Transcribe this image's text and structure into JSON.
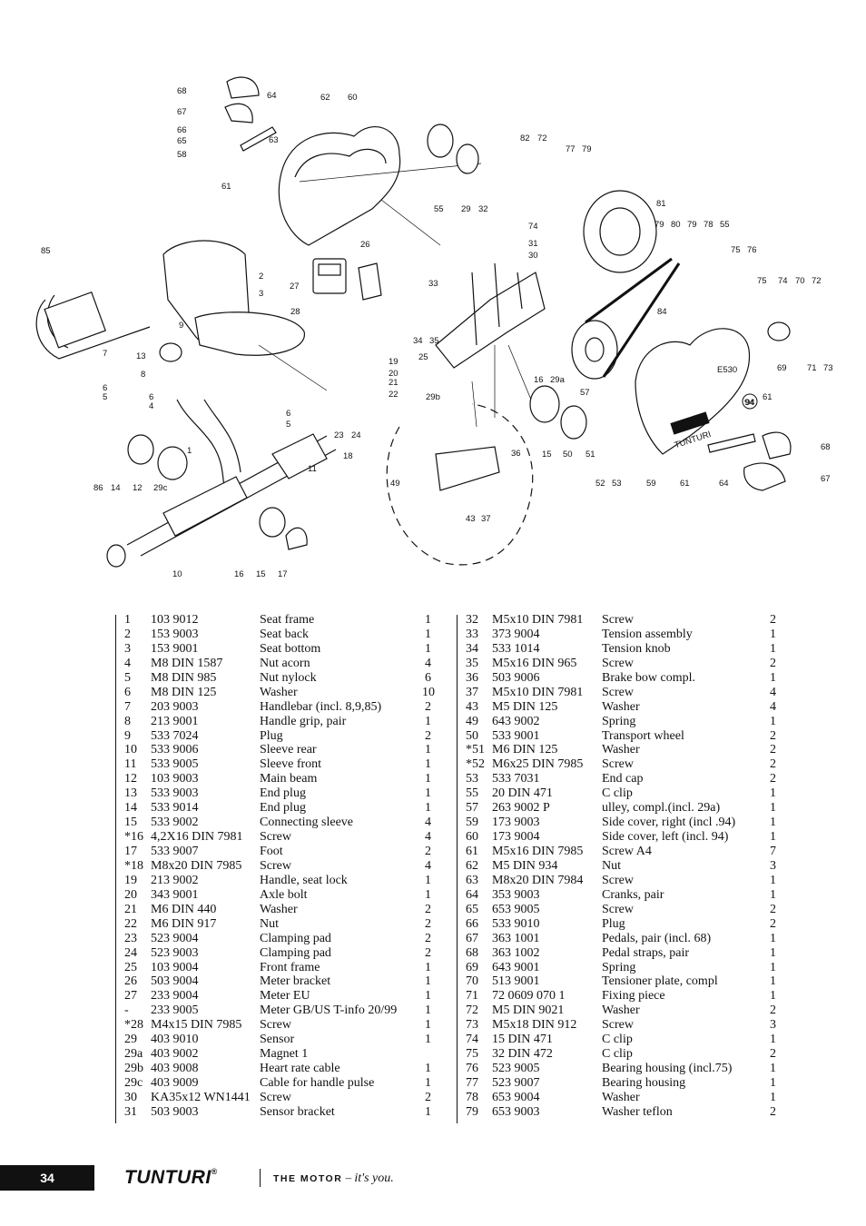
{
  "diagram": {
    "callouts": [
      "68",
      "64",
      "67",
      "66",
      "65",
      "63",
      "58",
      "61",
      "62",
      "60",
      "55",
      "29",
      "32",
      "31",
      "30",
      "82",
      "72",
      "77",
      "79",
      "81",
      "74",
      "79",
      "80",
      "79",
      "78",
      "55",
      "75",
      "76",
      "75",
      "74",
      "70",
      "72",
      "84",
      "85",
      "2",
      "3",
      "9",
      "7",
      "8",
      "13",
      "6",
      "5",
      "6",
      "4",
      "1",
      "26",
      "27",
      "28",
      "19",
      "20",
      "21",
      "22",
      "23",
      "24",
      "18",
      "11",
      "33",
      "34",
      "35",
      "25",
      "29b",
      "16",
      "29a",
      "57",
      "15",
      "50",
      "51",
      "52",
      "53",
      "59",
      "61",
      "64",
      "94",
      "61",
      "69",
      "71",
      "73",
      "68",
      "67",
      "36",
      "49",
      "43",
      "37",
      "86",
      "14",
      "12",
      "29c",
      "10",
      "16",
      "15",
      "17",
      "6",
      "5"
    ],
    "inline_marks": [
      "TUNTURI",
      "E530",
      "94"
    ]
  },
  "parts_left": [
    {
      "num": "1",
      "code": "103 9012",
      "desc": "Seat frame",
      "qty": "1"
    },
    {
      "num": "2",
      "code": "153 9003",
      "desc": "Seat back",
      "qty": "1"
    },
    {
      "num": "3",
      "code": "153 9001",
      "desc": "Seat bottom",
      "qty": "1"
    },
    {
      "num": "4",
      "code": "M8 DIN 1587",
      "desc": "Nut acorn",
      "qty": "4"
    },
    {
      "num": "5",
      "code": "M8 DIN 985",
      "desc": "Nut nylock",
      "qty": "6"
    },
    {
      "num": "6",
      "code": "M8 DIN 125",
      "desc": "Washer",
      "qty": "10"
    },
    {
      "num": "7",
      "code": "203 9003",
      "desc": "Handlebar (incl. 8,9,85)",
      "qty": "2"
    },
    {
      "num": "8",
      "code": "213 9001",
      "desc": "Handle grip, pair",
      "qty": "1"
    },
    {
      "num": "9",
      "code": "533 7024",
      "desc": "Plug",
      "qty": "2"
    },
    {
      "num": "10",
      "code": "533 9006",
      "desc": "Sleeve rear",
      "qty": "1"
    },
    {
      "num": "11",
      "code": "533 9005",
      "desc": "Sleeve front",
      "qty": "1"
    },
    {
      "num": "12",
      "code": "103 9003",
      "desc": "Main beam",
      "qty": "1"
    },
    {
      "num": "13",
      "code": "533 9003",
      "desc": "End plug",
      "qty": "1"
    },
    {
      "num": "14",
      "code": "533 9014",
      "desc": "End plug",
      "qty": "1"
    },
    {
      "num": "15",
      "code": "533 9002",
      "desc": "Connecting sleeve",
      "qty": "4"
    },
    {
      "num": "*16",
      "code": "4,2X16 DIN 7981",
      "desc": "Screw",
      "qty": "4"
    },
    {
      "num": "17",
      "code": "533 9007",
      "desc": "Foot",
      "qty": "2"
    },
    {
      "num": "*18",
      "code": "M8x20 DIN 7985",
      "desc": "Screw",
      "qty": "4"
    },
    {
      "num": "19",
      "code": "213 9002",
      "desc": "Handle, seat lock",
      "qty": "1"
    },
    {
      "num": "20",
      "code": "343 9001",
      "desc": "Axle bolt",
      "qty": "1"
    },
    {
      "num": "21",
      "code": "M6 DIN 440",
      "desc": "Washer",
      "qty": "2"
    },
    {
      "num": "22",
      "code": "M6 DIN 917",
      "desc": "Nut",
      "qty": "2"
    },
    {
      "num": "23",
      "code": "523 9004",
      "desc": "Clamping pad",
      "qty": "2"
    },
    {
      "num": "24",
      "code": "523 9003",
      "desc": "Clamping pad",
      "qty": "2"
    },
    {
      "num": "25",
      "code": "103 9004",
      "desc": "Front frame",
      "qty": "1"
    },
    {
      "num": "26",
      "code": "503 9004",
      "desc": "Meter bracket",
      "qty": "1"
    },
    {
      "num": "27",
      "code": "233 9004",
      "desc": "Meter EU",
      "qty": "1"
    },
    {
      "num": "-",
      "code": " 233 9005",
      "desc": "Meter GB/US T-info 20/99",
      "qty": "1"
    },
    {
      "num": "*28",
      "code": "M4x15 DIN 7985",
      "desc": "Screw",
      "qty": "1"
    },
    {
      "num": "29",
      "code": "403 9010",
      "desc": "Sensor",
      "qty": "1"
    },
    {
      "num": "29a",
      "code": "403 9002",
      "desc": "Magnet 1",
      "qty": ""
    },
    {
      "num": "29b",
      "code": "403 9008",
      "desc": "Heart rate cable",
      "qty": "1"
    },
    {
      "num": "29c",
      "code": "403 9009",
      "desc": "Cable for handle pulse",
      "qty": "1"
    },
    {
      "num": "30",
      "code": "KA35x12 WN1441",
      "desc": "Screw",
      "qty": "2"
    },
    {
      "num": "31",
      "code": "503 9003",
      "desc": "Sensor bracket",
      "qty": "1"
    }
  ],
  "parts_right": [
    {
      "num": "32",
      "code": "M5x10 DIN 7981",
      "desc": "Screw",
      "qty": "2"
    },
    {
      "num": "33",
      "code": "373 9004",
      "desc": "Tension assembly",
      "qty": "1"
    },
    {
      "num": "34",
      "code": "533 1014",
      "desc": "Tension knob",
      "qty": "1"
    },
    {
      "num": "35",
      "code": "M5x16 DIN 965",
      "desc": "Screw",
      "qty": "2"
    },
    {
      "num": "36",
      "code": "503 9006",
      "desc": "Brake bow compl.",
      "qty": "1"
    },
    {
      "num": "37",
      "code": "M5x10 DIN 7981",
      "desc": "Screw",
      "qty": "4"
    },
    {
      "num": "43",
      "code": "M5 DIN 125",
      "desc": "Washer",
      "qty": "4"
    },
    {
      "num": "49",
      "code": "643 9002",
      "desc": "Spring",
      "qty": "1"
    },
    {
      "num": "50",
      "code": "533 9001",
      "desc": "Transport wheel",
      "qty": "2"
    },
    {
      "num": "*51",
      "code": " M6 DIN 125",
      "desc": "Washer",
      "qty": "2"
    },
    {
      "num": "*52",
      "code": " M6x25 DIN 7985",
      "desc": "Screw",
      "qty": "2"
    },
    {
      "num": "53",
      "code": "533 7031",
      "desc": "End cap",
      "qty": "2"
    },
    {
      "num": "55",
      "code": "20 DIN 471",
      "desc": "C clip",
      "qty": "1"
    },
    {
      "num": "57",
      "code": "263 9002 P",
      "desc": "ulley, compl.(incl. 29a)",
      "qty": "1"
    },
    {
      "num": "59",
      "code": "173 9003",
      "desc": "Side cover, right (incl .94)",
      "qty": "1"
    },
    {
      "num": "60",
      "code": "173 9004",
      "desc": "Side cover, left (incl. 94)",
      "qty": "1"
    },
    {
      "num": "61",
      "code": "M5x16 DIN 7985",
      "desc": "Screw A4",
      "qty": "7"
    },
    {
      "num": "62",
      "code": "M5 DIN 934",
      "desc": "Nut",
      "qty": "3"
    },
    {
      "num": "63",
      "code": "M8x20 DIN 7984",
      "desc": "Screw",
      "qty": "1"
    },
    {
      "num": "64",
      "code": "353 9003",
      "desc": "Cranks, pair",
      "qty": "1"
    },
    {
      "num": "65",
      "code": "653 9005",
      "desc": "Screw",
      "qty": "2"
    },
    {
      "num": "66",
      "code": "533 9010",
      "desc": "Plug",
      "qty": "2"
    },
    {
      "num": "67",
      "code": "363 1001",
      "desc": "Pedals, pair (incl. 68)",
      "qty": "1"
    },
    {
      "num": "68",
      "code": "363 1002",
      "desc": "Pedal straps, pair",
      "qty": "1"
    },
    {
      "num": "69",
      "code": "643 9001",
      "desc": "Spring",
      "qty": "1"
    },
    {
      "num": "70",
      "code": "513 9001",
      "desc": "Tensioner plate, compl",
      "qty": "1"
    },
    {
      "num": "71",
      "code": "72 0609 070 1",
      "desc": "Fixing piece",
      "qty": "1"
    },
    {
      "num": "72",
      "code": "M5 DIN 9021",
      "desc": "Washer",
      "qty": "2"
    },
    {
      "num": "73",
      "code": "M5x18 DIN 912",
      "desc": "Screw",
      "qty": "3"
    },
    {
      "num": "74",
      "code": "15 DIN 471",
      "desc": "C clip",
      "qty": "1"
    },
    {
      "num": "75",
      "code": "32 DIN 472",
      "desc": "C clip",
      "qty": "2"
    },
    {
      "num": "76",
      "code": "523 9005",
      "desc": "Bearing housing (incl.75)",
      "qty": "1"
    },
    {
      "num": "77",
      "code": "523 9007",
      "desc": "Bearing housing",
      "qty": "1"
    },
    {
      "num": "78",
      "code": "653 9004",
      "desc": "Washer",
      "qty": "1"
    },
    {
      "num": "79",
      "code": "653 9003",
      "desc": "Washer teflon",
      "qty": "2"
    }
  ],
  "footer": {
    "page_number": "34",
    "brand": "TUNTURI",
    "registered": "®",
    "slogan_brand": "THE MOTOR",
    "slogan_dash": " – ",
    "slogan_tagline": "it's you."
  }
}
